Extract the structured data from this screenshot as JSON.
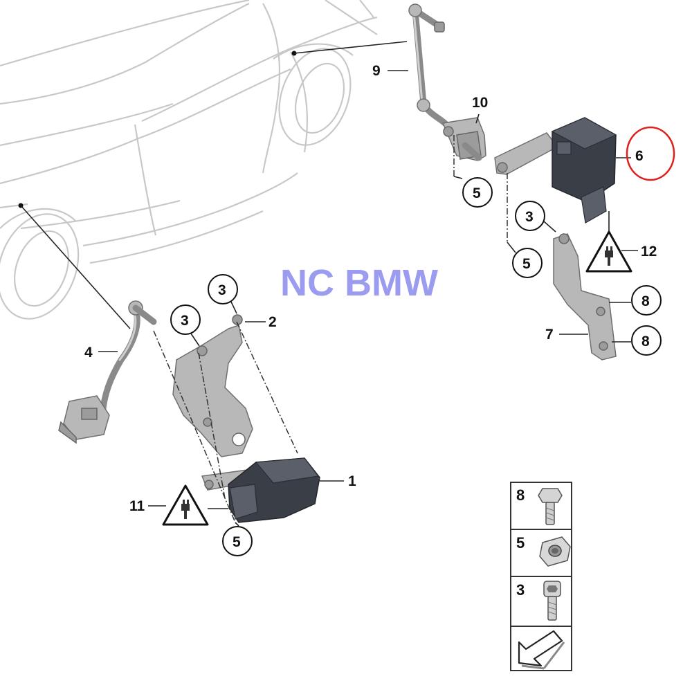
{
  "watermark": "NC BMW",
  "callouts": {
    "c1": "1",
    "c2": "2",
    "c3a": "3",
    "c3b": "3",
    "c3c": "3",
    "c4": "4",
    "c5a": "5",
    "c5b": "5",
    "c5c": "5",
    "c6": "6",
    "c7": "7",
    "c8a": "8",
    "c8b": "8",
    "c9": "9",
    "c10": "10",
    "c11": "11",
    "c12": "12"
  },
  "legend": {
    "row1": "8",
    "row2": "5",
    "row3": "3"
  },
  "colors": {
    "highlight_circle": "#e0201c",
    "watermark": "#9b9bf0"
  }
}
